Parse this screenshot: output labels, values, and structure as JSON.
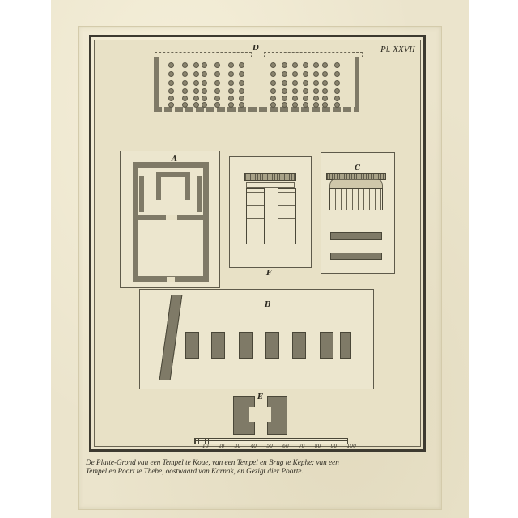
{
  "plate": {
    "number": "Pl. XXVII",
    "caption_line1": "De Platte-Grond van een Tempel te Koue, van een Tempel en Brug te Kephe; van een",
    "caption_line2": "Tempel en Poort te Thebe, oostwaard van Karnak, en Gezigt dier Poorte."
  },
  "figures": {
    "D": {
      "label": "D",
      "description": "Hypostyle hall plan with columns"
    },
    "A": {
      "label": "A",
      "description": "Temple ground plan"
    },
    "F": {
      "label": "F",
      "description": "Gate elevation with reliefs"
    },
    "C": {
      "label": "C",
      "description": "Temple facade view with wall plans"
    },
    "B": {
      "label": "B",
      "description": "Bridge/temple piers plan"
    },
    "E": {
      "label": "E",
      "description": "Gate plan"
    }
  },
  "scale_bar": {
    "labels": [
      "10",
      "20",
      "30",
      "40",
      "50",
      "60",
      "70",
      "80",
      "90",
      "100"
    ]
  },
  "colors": {
    "paper": "#ebe4cc",
    "ink": "#3d3a30",
    "hatch": "#7f7a67"
  }
}
